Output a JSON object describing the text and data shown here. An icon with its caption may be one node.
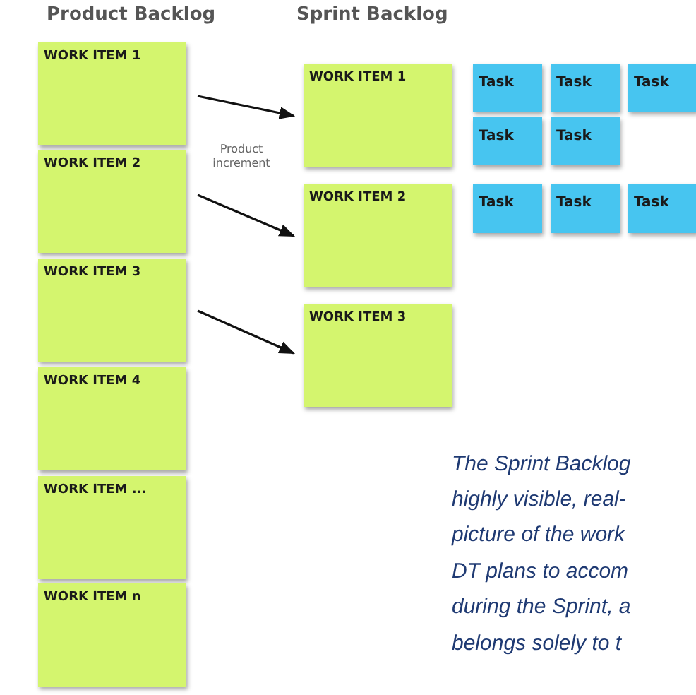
{
  "diagram": {
    "nodes": [
      {
        "text": [
          "WORK ITEM 1"
        ]
      },
      {
        "text": [
          "WORK ITEM 2"
        ]
      },
      {
        "text": [
          "WORK ITEM 3"
        ]
      },
      {
        "text": [
          "WORK ITEM 4"
        ]
      },
      {
        "text": [
          "WORK ITEM ..."
        ]
      },
      {
        "text": [
          "WORK ITEM n"
        ]
      },
      {
        "text": [
          "WORK ITEM 1"
        ]
      },
      {
        "text": [
          "Task"
        ]
      },
      {
        "text": [
          "Task"
        ]
      },
      {
        "text": [
          "Task"
        ]
      },
      {
        "text": [
          "Task"
        ]
      },
      {
        "text": [
          "Task"
        ]
      },
      {
        "text": [
          "WORK ITEM 2"
        ]
      },
      {
        "text": [
          "Task"
        ]
      },
      {
        "text": [
          "Task"
        ]
      },
      {
        "text": [
          "Task"
        ]
      },
      {
        "text": [
          "WORK ITEM 3"
        ]
      }
    ],
    "edges": [
      {
        "from": 0,
        "to": 6,
        "arrow": "to"
      },
      {
        "from": 1,
        "to": 12,
        "arrow": "to"
      },
      {
        "from": 2,
        "to": 16,
        "arrow": "to"
      }
    ],
    "labels": [
      "Product Backlog",
      "Sprint Backlog",
      "Product increment",
      "The Sprint Backlog",
      "highly visible, real-",
      "picture of the work",
      "DT plans to accom",
      "during the Sprint, a",
      "belongs solely to t"
    ]
  }
}
